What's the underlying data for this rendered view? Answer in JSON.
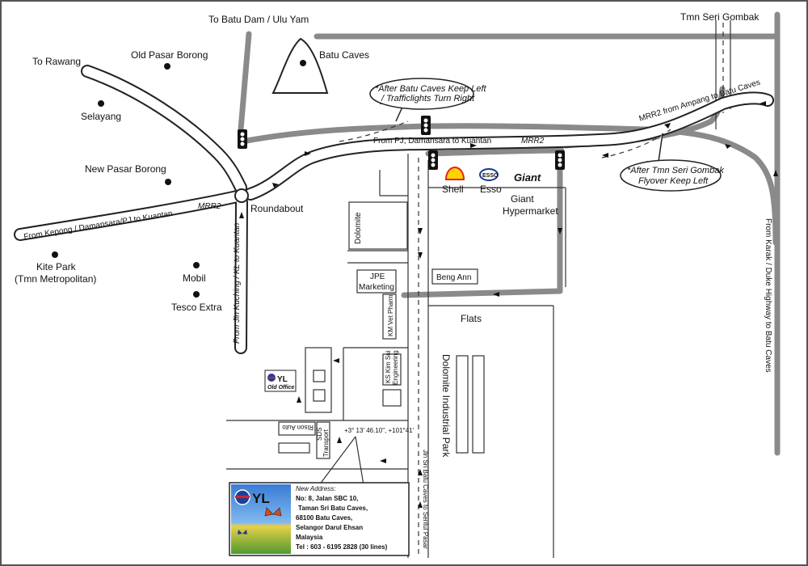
{
  "places": {
    "batu_dam": "To Batu Dam / Ulu Yam",
    "tmn_seri_gombak": "Tmn Seri Gombak",
    "to_rawang": "To Rawang",
    "old_pasar_borong": "Old Pasar Borong",
    "batu_caves": "Batu Caves",
    "selayang": "Selayang",
    "new_pasar_borong": "New Pasar Borong",
    "kite_park": "Kite Park",
    "kite_park_sub": "(Tmn Metropolitan)",
    "mobil": "Mobil",
    "tesco": "Tesco Extra",
    "roundabout": "Roundabout",
    "shell": "Shell",
    "esso": "Esso",
    "giant_logo": "Giant",
    "giant": "Giant",
    "giant_sub": "Hypermarket",
    "flats": "Flats",
    "dolomite_ind_park": "Dolomite Industrial Park"
  },
  "roads": {
    "mrr2_a": "MRR2",
    "mrr2_b": "MRR2",
    "from_kepong": "From Kepong / Damansara/PJ to Kuantan",
    "from_pj": "From PJ, Damansara  to Kuantan",
    "mrr2_ampang": "MRR2  from Ampang to Batu Caves",
    "jln_kuching": "From Jln Kuching / KL to Kuantan",
    "karak": "From Karak / Duke Highway  to Batu Caves",
    "jln_sri_batu": "Jln Sri Batu Caves to Sentul Pasar"
  },
  "callouts": {
    "batu_caves_1": "*After Batu Caves Keep Left",
    "batu_caves_2": "/ Trafficlights Turn Right",
    "gombak_1": "*After Tmn Seri Gombak",
    "gombak_2": "Flyover Keep Left"
  },
  "buildings": {
    "dolomite": "Dolomite",
    "jpe": "JPE",
    "marketing": "Marketing",
    "km_vet": "KM Vet Pharm",
    "beng_ann": "Beng Ann",
    "ks_kim_sui": "KS Kim Sui",
    "engineering": "Engineering",
    "rison_auto": "Rison Auto",
    "sds": "SDS",
    "transport": "Transport"
  },
  "old_office": {
    "logo": "YL",
    "label": "Old Office"
  },
  "coords": "+3° 13' 46.10\", +101°41'",
  "address": {
    "logo": "YL",
    "title": "New Address:",
    "lines": [
      "No: 8, Jalan SBC 10,",
      "Taman Sri Batu Caves,",
      "68100 Batu Caves,",
      "Selangor Darul Ehsan",
      "Malaysia",
      "Tel : 603 - 6195 2828 (30 lines)"
    ]
  },
  "colors": {
    "road_outline": "#222222",
    "major_road": "#8a8a8a",
    "yl_blue": "#1c3f9a",
    "yl_red": "#d42027",
    "shell_red": "#e2231a",
    "shell_yellow": "#ffd200",
    "esso_blue": "#1a3b8f",
    "giant_green": "#3a9a2f"
  }
}
